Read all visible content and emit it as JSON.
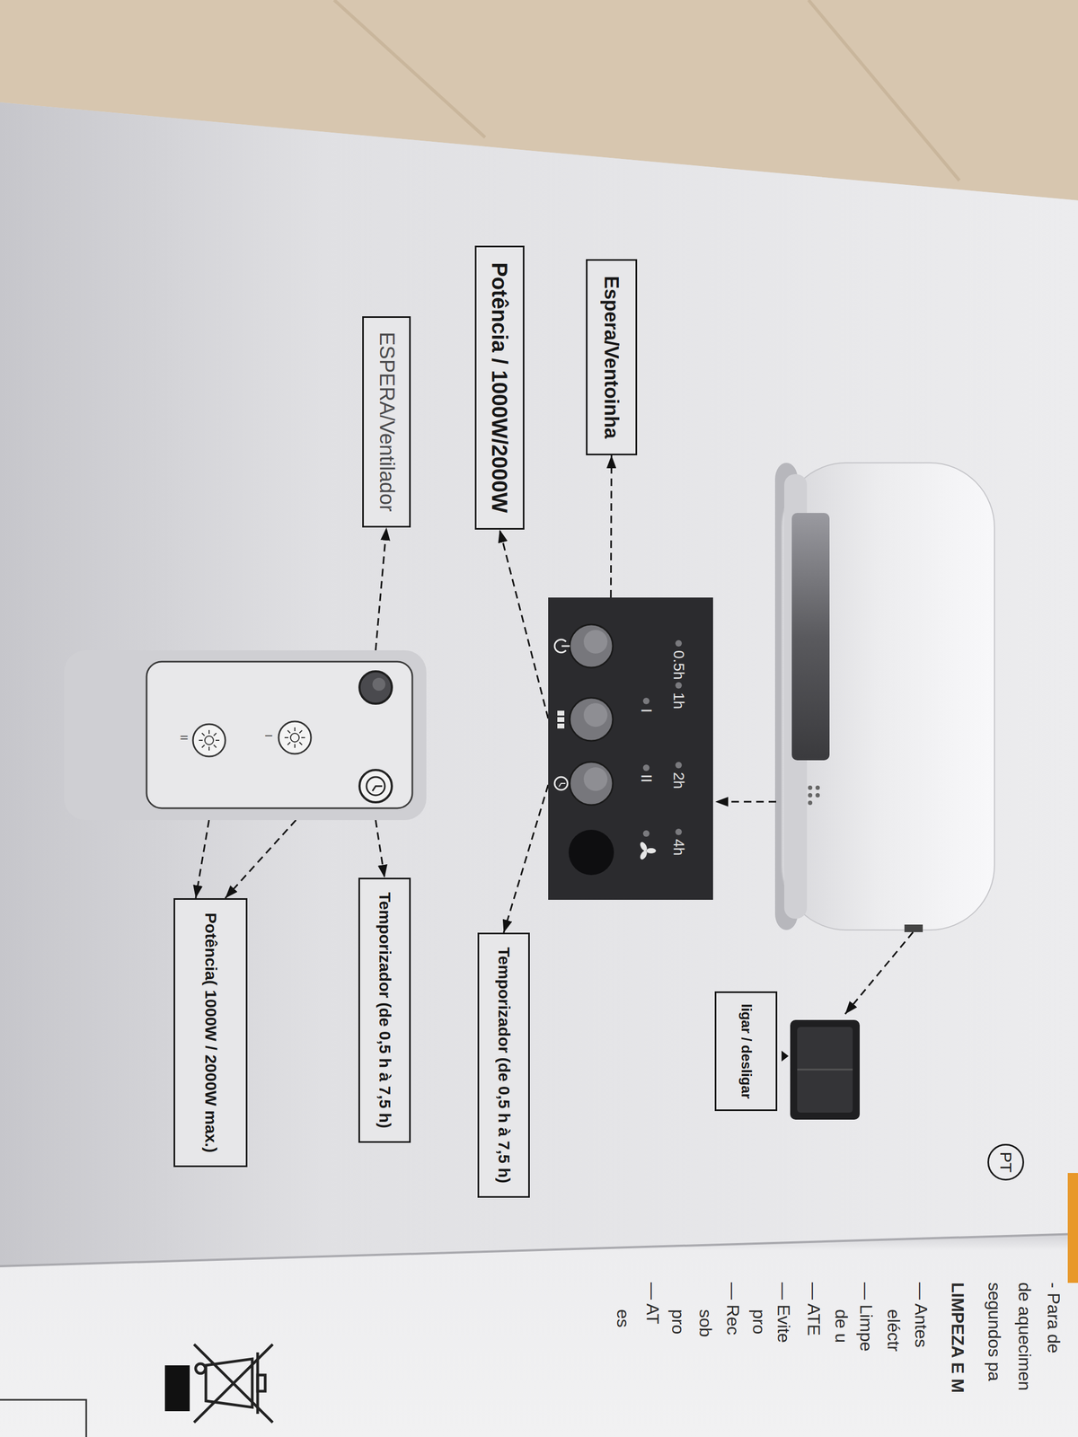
{
  "diagram": {
    "nodes": [
      {
        "text": [
          "PT"
        ]
      },
      {
        "text": [
          "0.5h",
          "1h",
          "2h",
          "4h",
          "I",
          "II"
        ]
      },
      {
        "text": [
          "Espera/Ventoinha"
        ]
      },
      {
        "text": [
          "ligar / desligar"
        ]
      },
      {
        "text": [
          "Potência / 1000W/2000W"
        ]
      },
      {
        "text": [
          "Temporizador (de 0,5 h à 7,5 h)"
        ]
      },
      {
        "text": [
          "ESPERA/Ventilador"
        ]
      },
      {
        "text": [
          "I",
          "II"
        ]
      },
      {
        "text": [
          "Temporizador (de 0,5 h à 7,5 h)"
        ]
      },
      {
        "text": [
          "Potência( 1000W / 2000W max.)"
        ]
      }
    ],
    "edges": [
      {
        "from": 1,
        "to": 2,
        "arrow": "to"
      },
      {
        "from": 1,
        "to": 4,
        "arrow": "to"
      },
      {
        "from": 1,
        "to": 5,
        "arrow": "to"
      },
      {
        "from": 7,
        "to": 6,
        "arrow": "to"
      },
      {
        "from": 7,
        "to": 8,
        "arrow": "to"
      },
      {
        "from": 7,
        "to": 9,
        "arrow": "to"
      },
      {
        "from": 7,
        "to": 9,
        "arrow": "to"
      }
    ],
    "labels": [
      "- Para de",
      "de aquecimen",
      "segundos pa",
      "LIMPEZA E M",
      "— Antes",
      "eléctr",
      "— Limpe",
      "de u",
      "— ATE",
      "— Evite",
      "pro",
      "— Rec",
      "sob",
      "pro",
      "— AT",
      "es"
    ]
  }
}
